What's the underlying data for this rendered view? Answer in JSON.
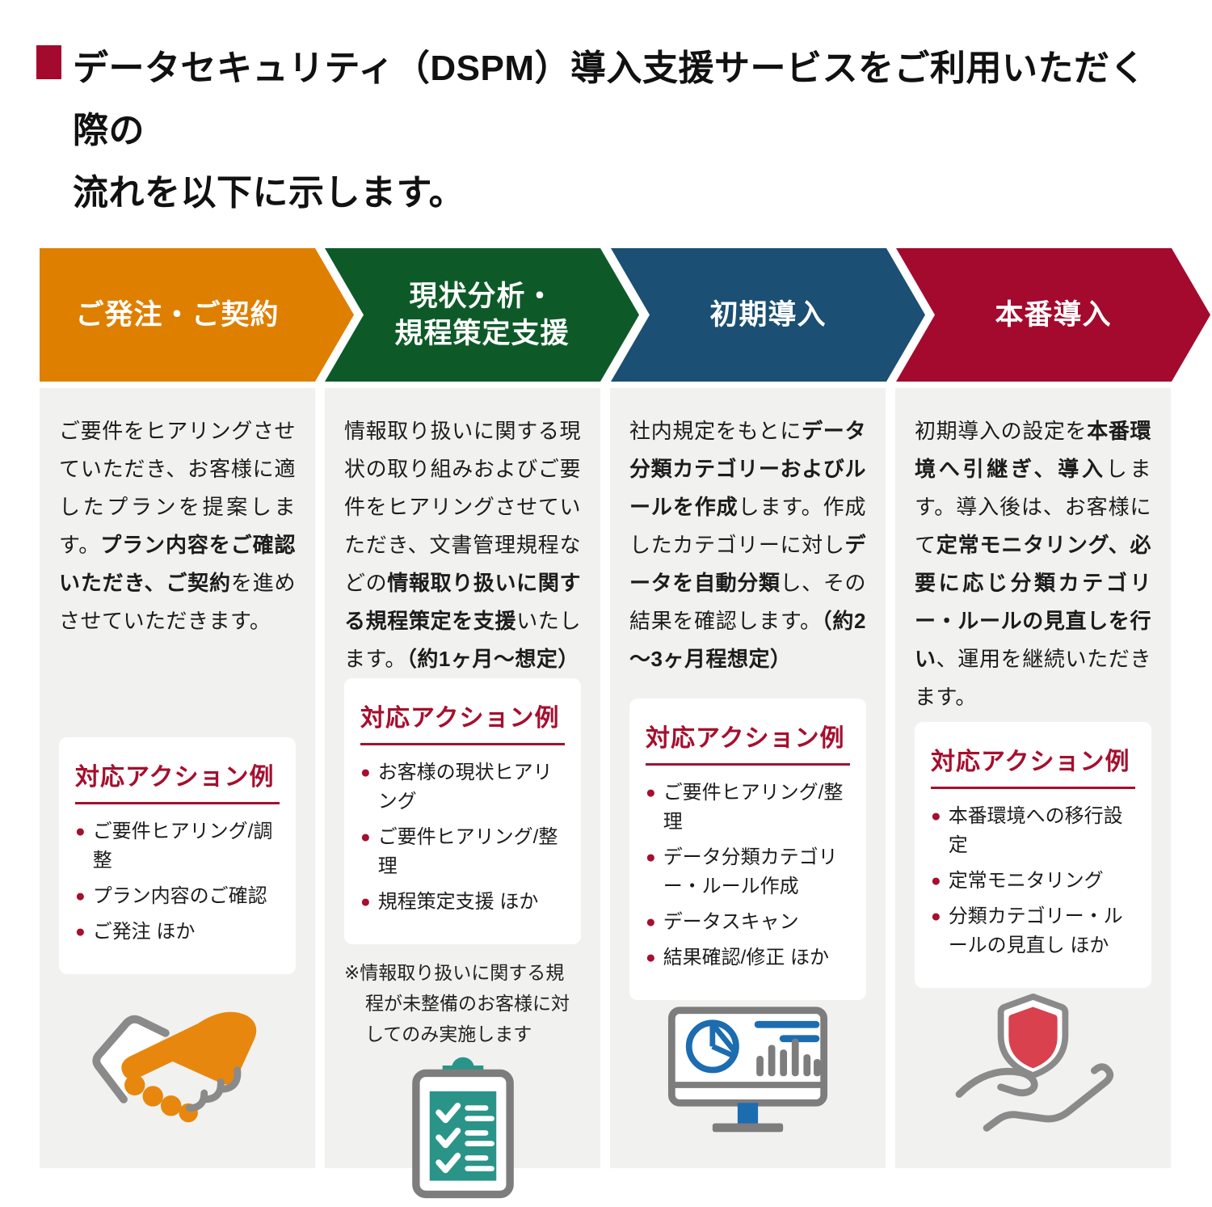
{
  "title": {
    "line1": "データセキュリティ（DSPM）導入支援サービスをご利用いただく際の",
    "line2": "流れを以下に示します。"
  },
  "colors": {
    "phase_orange": "#DF7F00",
    "phase_green": "#0D5A28",
    "phase_blue": "#1B4F73",
    "phase_crimson": "#A40A2D",
    "action_accent": "#A60F2E",
    "panel_background": "#F1F1F0",
    "icon_gray": "#818181",
    "clipboard_teal": "#2A9489",
    "monitor_blue": "#1C6CB0",
    "shield_red": "#D8414D",
    "handshake_orange": "#E8870E"
  },
  "phases": [
    {
      "label_lines": [
        "ご発注・ご契約"
      ],
      "color": "#DF7F00",
      "description": [
        {
          "t": "ご要件をヒアリングさせていただき、お客様に適したプランを提案します。",
          "b": false
        },
        {
          "t": "プラン内容をご確認いただき、ご契約",
          "b": true
        },
        {
          "t": "を進めさせていただきます。",
          "b": false
        }
      ],
      "action_title": "対応アクション例",
      "actions": [
        "ご要件ヒアリング/調整",
        "プラン内容のご確認",
        "ご発注 ほか"
      ],
      "icon": "handshake-icon"
    },
    {
      "label_lines": [
        "現状分析・",
        "規程策定支援"
      ],
      "color": "#0D5A28",
      "description": [
        {
          "t": "情報取り扱いに関する現状の取り組みおよびご要件をヒアリングさせていただき、文書管理規程などの",
          "b": false
        },
        {
          "t": "情報取り扱いに関する規程策定を支援",
          "b": true
        },
        {
          "t": "いたします。",
          "b": false
        },
        {
          "t": "（約1ヶ月～想定）",
          "b": true
        }
      ],
      "action_title": "対応アクション例",
      "actions": [
        "お客様の現状ヒアリング",
        "ご要件ヒアリング/整理",
        "規程策定支援 ほか"
      ],
      "note": "※情報取り扱いに関する規程が未整備のお客様に対してのみ実施します",
      "icon": "checklist-clipboard-icon"
    },
    {
      "label_lines": [
        "初期導入"
      ],
      "color": "#1B4F73",
      "description": [
        {
          "t": "社内規定をもとに",
          "b": false
        },
        {
          "t": "データ分類カテゴリーおよびルールを作成",
          "b": true
        },
        {
          "t": "します。作成したカテゴリーに対し",
          "b": false
        },
        {
          "t": "データを自動分類",
          "b": true
        },
        {
          "t": "し、その結果を確認します。",
          "b": false
        },
        {
          "t": "（約2～3ヶ月程想定）",
          "b": true
        }
      ],
      "action_title": "対応アクション例",
      "actions": [
        "ご要件ヒアリング/整理",
        "データ分類カテゴリー・ルール作成",
        "データスキャン",
        "結果確認/修正 ほか"
      ],
      "icon": "monitor-analytics-icon"
    },
    {
      "label_lines": [
        "本番導入"
      ],
      "color": "#A40A2D",
      "description": [
        {
          "t": "初期導入の設定を",
          "b": false
        },
        {
          "t": "本番環境へ引継ぎ、導入",
          "b": true
        },
        {
          "t": "します。導入後は、お客様にて",
          "b": false
        },
        {
          "t": "定常モニタリング、必要に応じ分類カテゴリー・ルールの見直しを行い",
          "b": true
        },
        {
          "t": "、運用を継続いただきます。",
          "b": false
        }
      ],
      "action_title": "対応アクション例",
      "actions": [
        "本番環境への移行設定",
        "定常モニタリング",
        "分類カテゴリー・ルールの見直し ほか"
      ],
      "icon": "shield-hand-icon"
    }
  ]
}
